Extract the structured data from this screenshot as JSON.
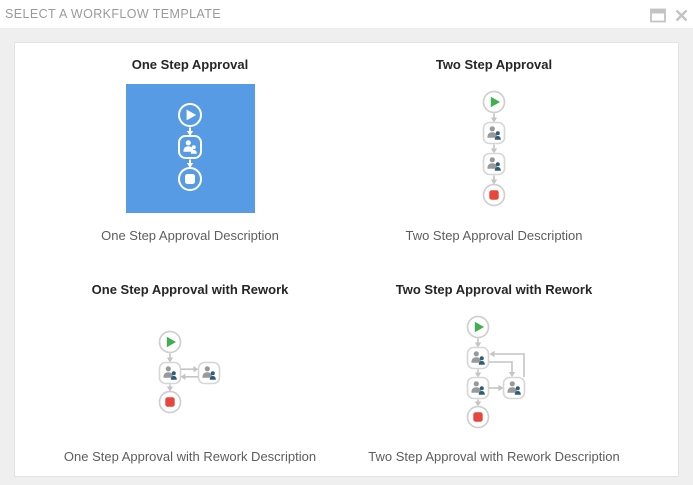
{
  "dialog": {
    "title": "SELECT A WORKFLOW TEMPLATE",
    "controls": {
      "maximize_icon": "window-maximize",
      "close_icon": "close-x"
    }
  },
  "templates": [
    {
      "title": "One Step Approval",
      "description": "One Step Approval Description",
      "selected": true,
      "steps": [
        "start",
        "approval",
        "end"
      ]
    },
    {
      "title": "Two Step Approval",
      "description": "Two Step Approval Description",
      "selected": false,
      "steps": [
        "start",
        "approval",
        "approval",
        "end"
      ]
    },
    {
      "title": "One Step Approval with Rework",
      "description": "One Step Approval with Rework Description",
      "selected": false,
      "steps": [
        "start",
        "approval",
        "rework",
        "end"
      ]
    },
    {
      "title": "Two Step Approval with Rework",
      "description": "Two Step Approval with Rework Description",
      "selected": false,
      "steps": [
        "start",
        "approval",
        "approval",
        "rework",
        "end"
      ]
    }
  ],
  "colors": {
    "selected_tile_blue": "#579BE5",
    "start_green": "#41AE4F",
    "end_red": "#E8453C",
    "connector_gray": "#C4C4C4",
    "node_border_gray": "#D6D6D6",
    "person_gray": "#97999B",
    "person_teal": "#2E5D78",
    "header_text_gray": "#9A9A9A"
  }
}
